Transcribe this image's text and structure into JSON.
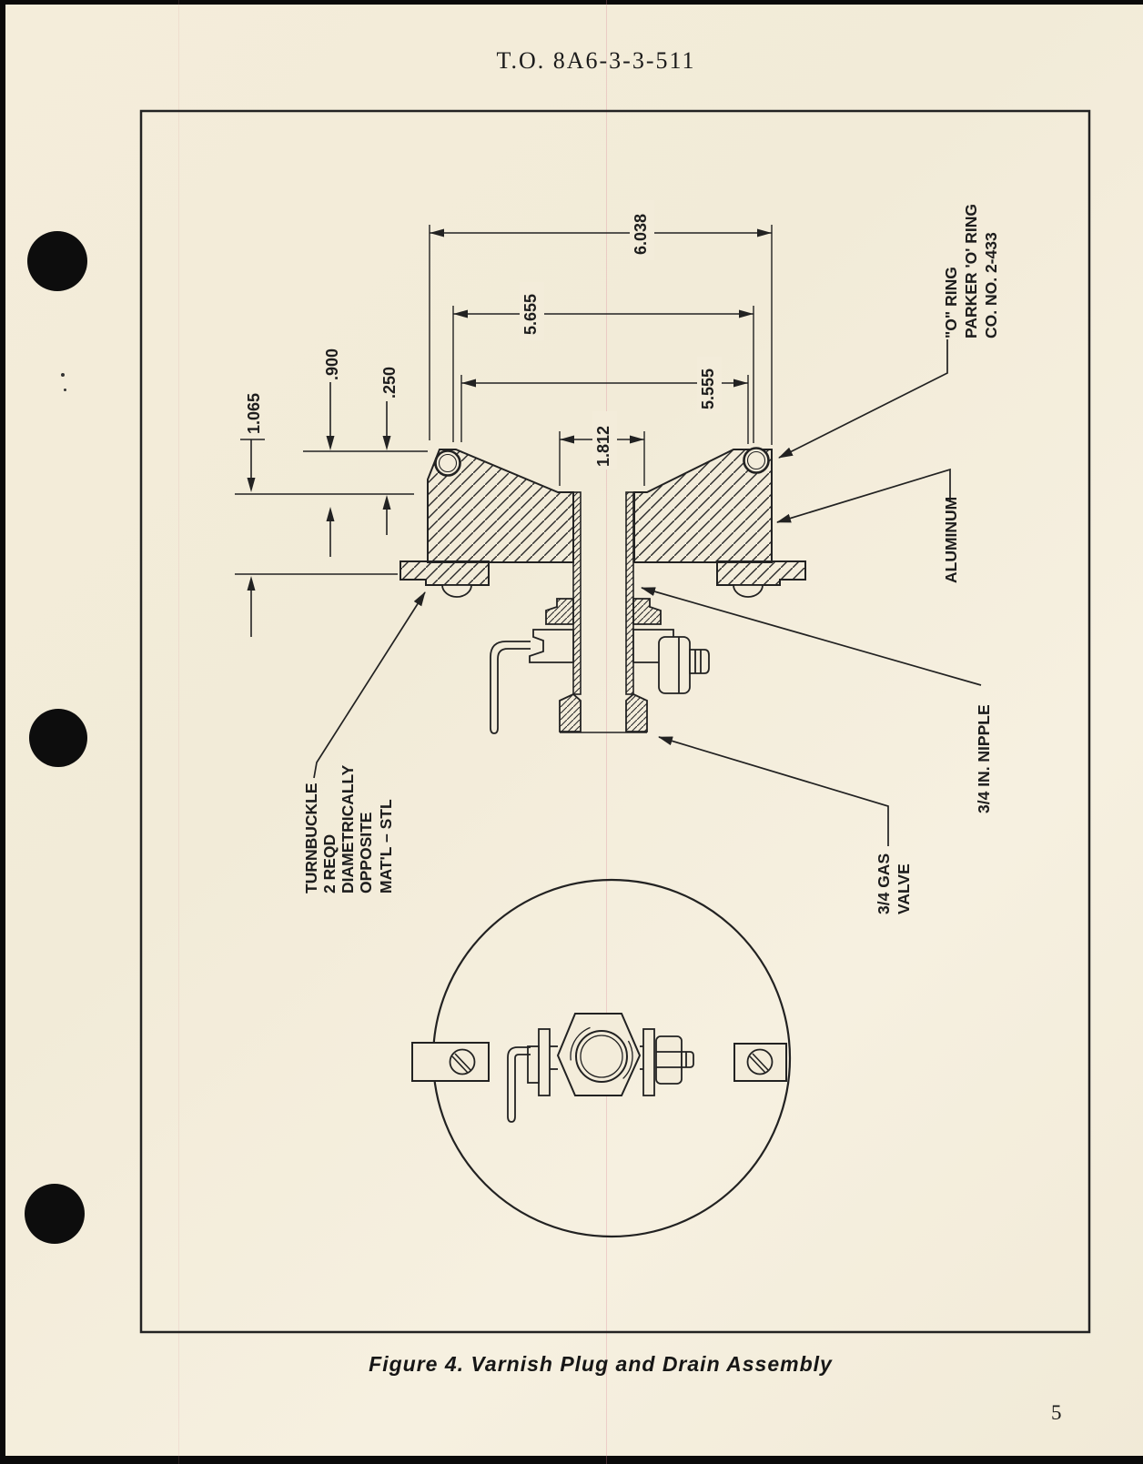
{
  "page": {
    "header": "T.O. 8A6-3-3-511",
    "caption": "Figure 4.  Varnish Plug and Drain Assembly",
    "page_number": "5"
  },
  "figure": {
    "dims": {
      "d6038": "6.038",
      "d5655": "5.655",
      "d5555": "5.555",
      "d1812": "1.812",
      "d900": ".900",
      "d250": ".250",
      "d1065": "1.065"
    },
    "labels": {
      "o_ring": [
        "\"O\" RING",
        "PARKER 'O' RING",
        "CO. NO. 2-433"
      ],
      "aluminum": "ALUMINUM",
      "nipple": "3/4 IN. NIPPLE",
      "gas_valve": [
        "3/4 GAS",
        "VALVE"
      ],
      "turnbuckle": [
        "TURNBUCKLE",
        "2 REQD",
        "DIAMETRICALLY",
        "OPPOSITE",
        "MAT'L – STL"
      ]
    }
  },
  "colors": {
    "paper": "#f3ecda",
    "ink": "#222222"
  }
}
